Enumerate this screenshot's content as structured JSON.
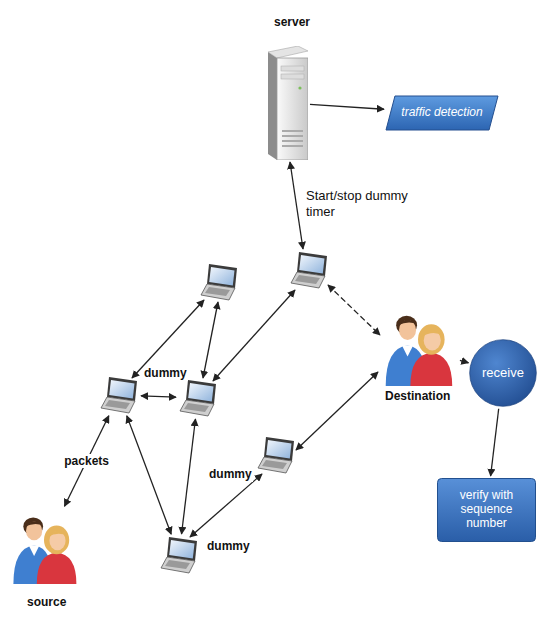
{
  "diagram": {
    "nodes": [
      {
        "text": [
          "server"
        ]
      },
      {
        "text": [
          "traffic detection"
        ]
      },
      {
        "text": [
          "Destination"
        ]
      },
      {
        "text": [
          "receive"
        ]
      },
      {
        "text": [
          "dummy"
        ]
      },
      {
        "text": [
          "dummy"
        ]
      },
      {
        "text": [
          "verify with sequence number"
        ]
      },
      {
        "text": [
          "dummy"
        ]
      },
      {
        "text": [
          "source"
        ]
      }
    ],
    "edges": [
      {
        "from": 0,
        "to": 1,
        "arrow": "to"
      },
      {
        "from": 2,
        "to": 3,
        "arrow": "to"
      },
      {
        "from": 3,
        "to": 6,
        "arrow": "to"
      },
      {
        "from": 8,
        "to": 4,
        "label": "packets",
        "arrow": "both"
      },
      {
        "from": 4,
        "to": 5,
        "arrow": "both"
      },
      {
        "from": 4,
        "to": 7,
        "arrow": "both"
      },
      {
        "from": 5,
        "to": 7,
        "arrow": "both"
      }
    ],
    "labels": [
      "Start/stop dummy timer"
    ]
  }
}
